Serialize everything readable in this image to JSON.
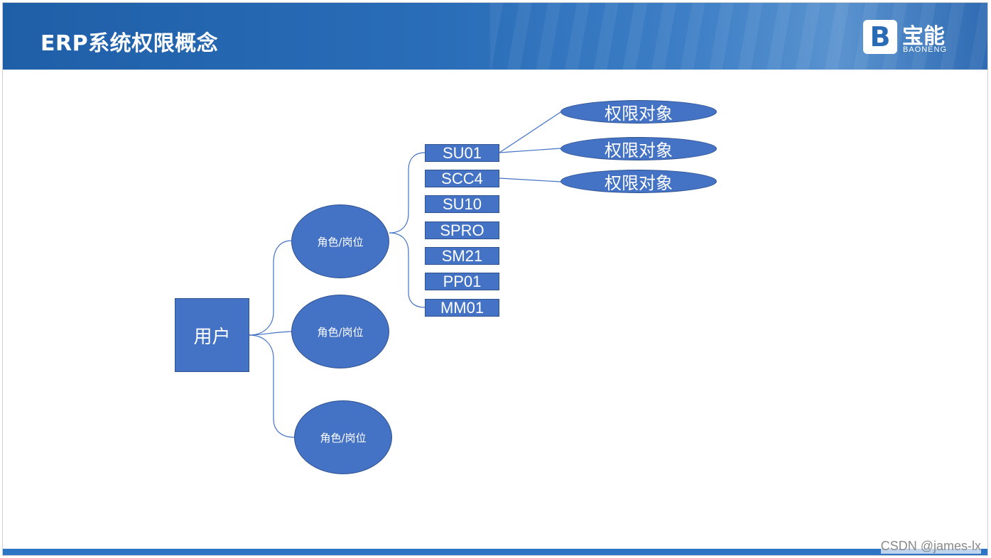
{
  "header": {
    "title": "ERP系统权限概念",
    "logo": {
      "mark": "B",
      "name_cn": "宝能",
      "name_en": "BAONENG"
    }
  },
  "diagram": {
    "user": "用户",
    "roles": [
      "角色/岗位",
      "角色/岗位",
      "角色/岗位"
    ],
    "tcodes": [
      "SU01",
      "SCC4",
      "SU10",
      "SPRO",
      "SM21",
      "PP01",
      "MM01"
    ],
    "auth_objects": [
      "权限对象",
      "权限对象",
      "权限对象"
    ]
  },
  "watermark": "CSDN @james-lx",
  "colors": {
    "header": "#2a6bb6",
    "node_fill": "#4472c4",
    "node_border": "#2f528f",
    "footer": "#2e74c4"
  }
}
